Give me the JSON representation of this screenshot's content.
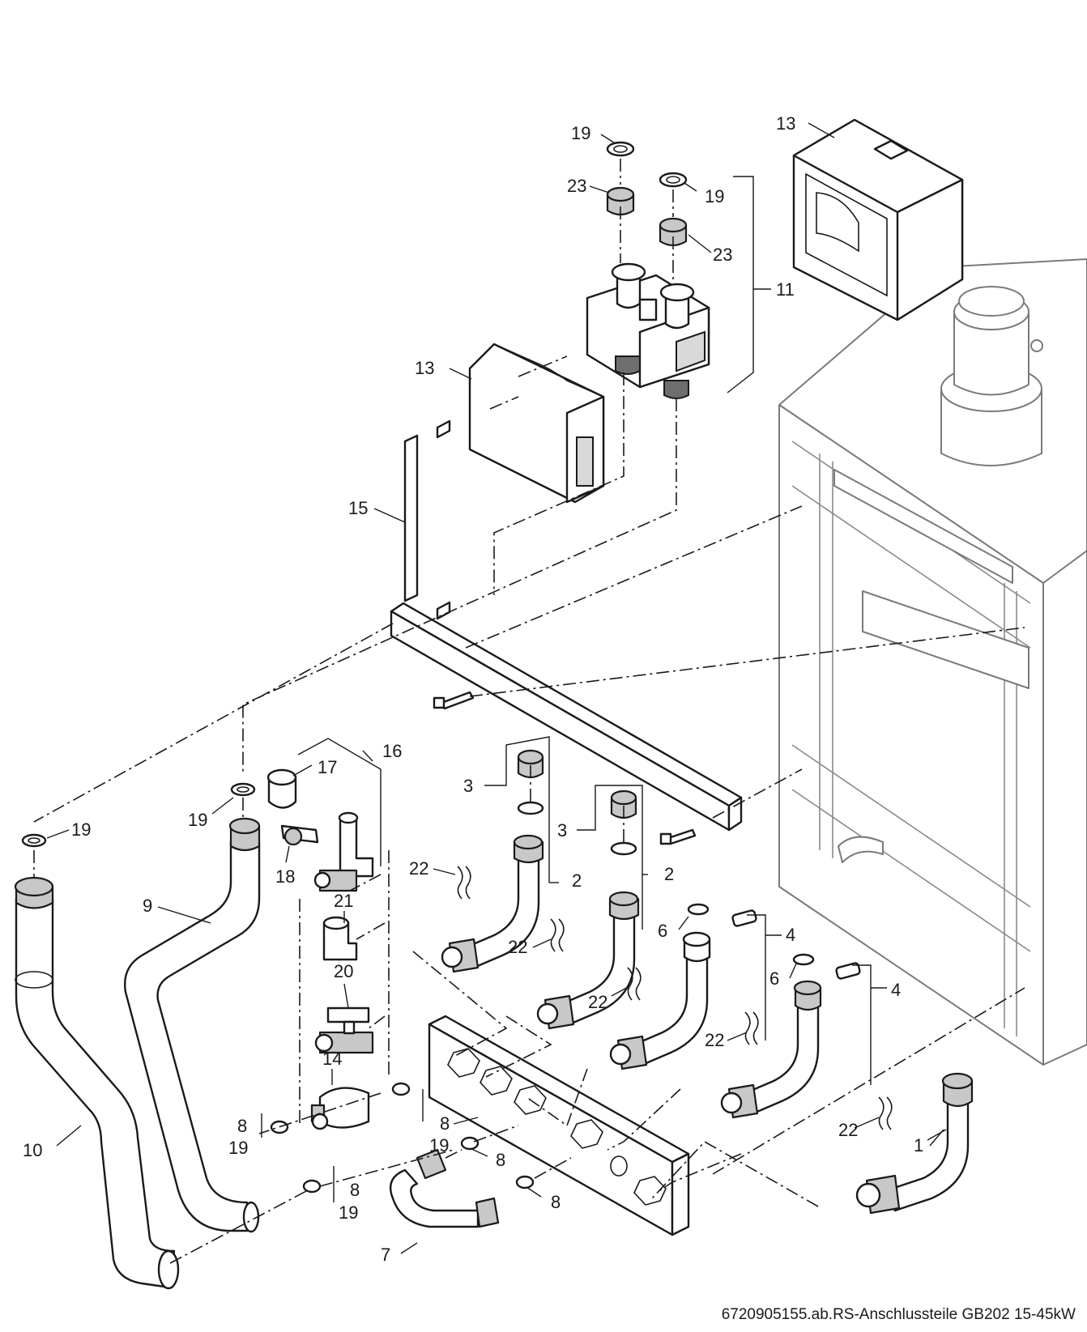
{
  "callouts": {
    "c19a": "19",
    "c23a": "23",
    "c19b": "19",
    "c23b": "23",
    "c13a": "13",
    "c11": "11",
    "c13b": "13",
    "c15": "15",
    "c16": "16",
    "c17": "17",
    "c19c": "19",
    "c19d": "19",
    "c18": "18",
    "c9": "9",
    "c21": "21",
    "c20": "20",
    "c14": "14",
    "c8a": "8",
    "c19e": "19",
    "c10": "10",
    "c3a": "3",
    "c2a": "2",
    "c22a": "22",
    "c22b": "22",
    "c3b": "3",
    "c2b": "2",
    "c6a": "6",
    "c4a": "4",
    "c22c": "22",
    "c6b": "6",
    "c4b": "4",
    "c22d": "22",
    "c8b": "8",
    "c19f": "19",
    "c8c": "8",
    "c8d": "8",
    "c8e": "8",
    "c19g": "19",
    "c7": "7",
    "c1": "1",
    "c22e": "22"
  },
  "caption": "6720905155.ab.RS-Anschlussteile GB202 15-45kW"
}
